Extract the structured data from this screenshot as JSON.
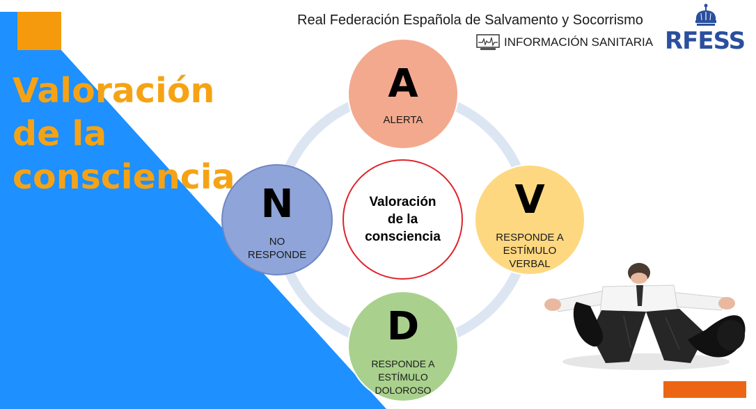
{
  "header": {
    "org_name": "Real Federación Española de Salvamento y Socorrismo",
    "section_label": "INFORMACIÓN SANITARIA",
    "logo_text": "RFESS"
  },
  "title": {
    "lines": [
      "Valoración",
      "de la",
      "consciencia"
    ]
  },
  "diagram": {
    "center_lines": [
      "Valoración",
      "de la",
      "consciencia"
    ],
    "nodes": [
      {
        "letter": "A",
        "lines": [
          "ALERTA"
        ]
      },
      {
        "letter": "V",
        "lines": [
          "RESPONDE A",
          "ESTÍMULO",
          "VERBAL"
        ]
      },
      {
        "letter": "D",
        "lines": [
          "RESPONDE A",
          "ESTÍMULO",
          "DOLOROSO"
        ]
      },
      {
        "letter": "N",
        "lines": [
          "NO",
          "RESPONDE"
        ]
      }
    ]
  },
  "colors": {
    "blue_background": "#1e90ff",
    "orange_accent": "#f59a0c",
    "title_orange": "#f5a315",
    "node_a": "#f3a98e",
    "node_v": "#fed880",
    "node_d": "#a9d18d",
    "node_n": "#8fa5d9",
    "center_ring": "#e0212a",
    "logo_blue": "#2b4f9e"
  },
  "icons": [
    "monitor-ecg-icon",
    "crown-icon",
    "person-lying-image"
  ]
}
